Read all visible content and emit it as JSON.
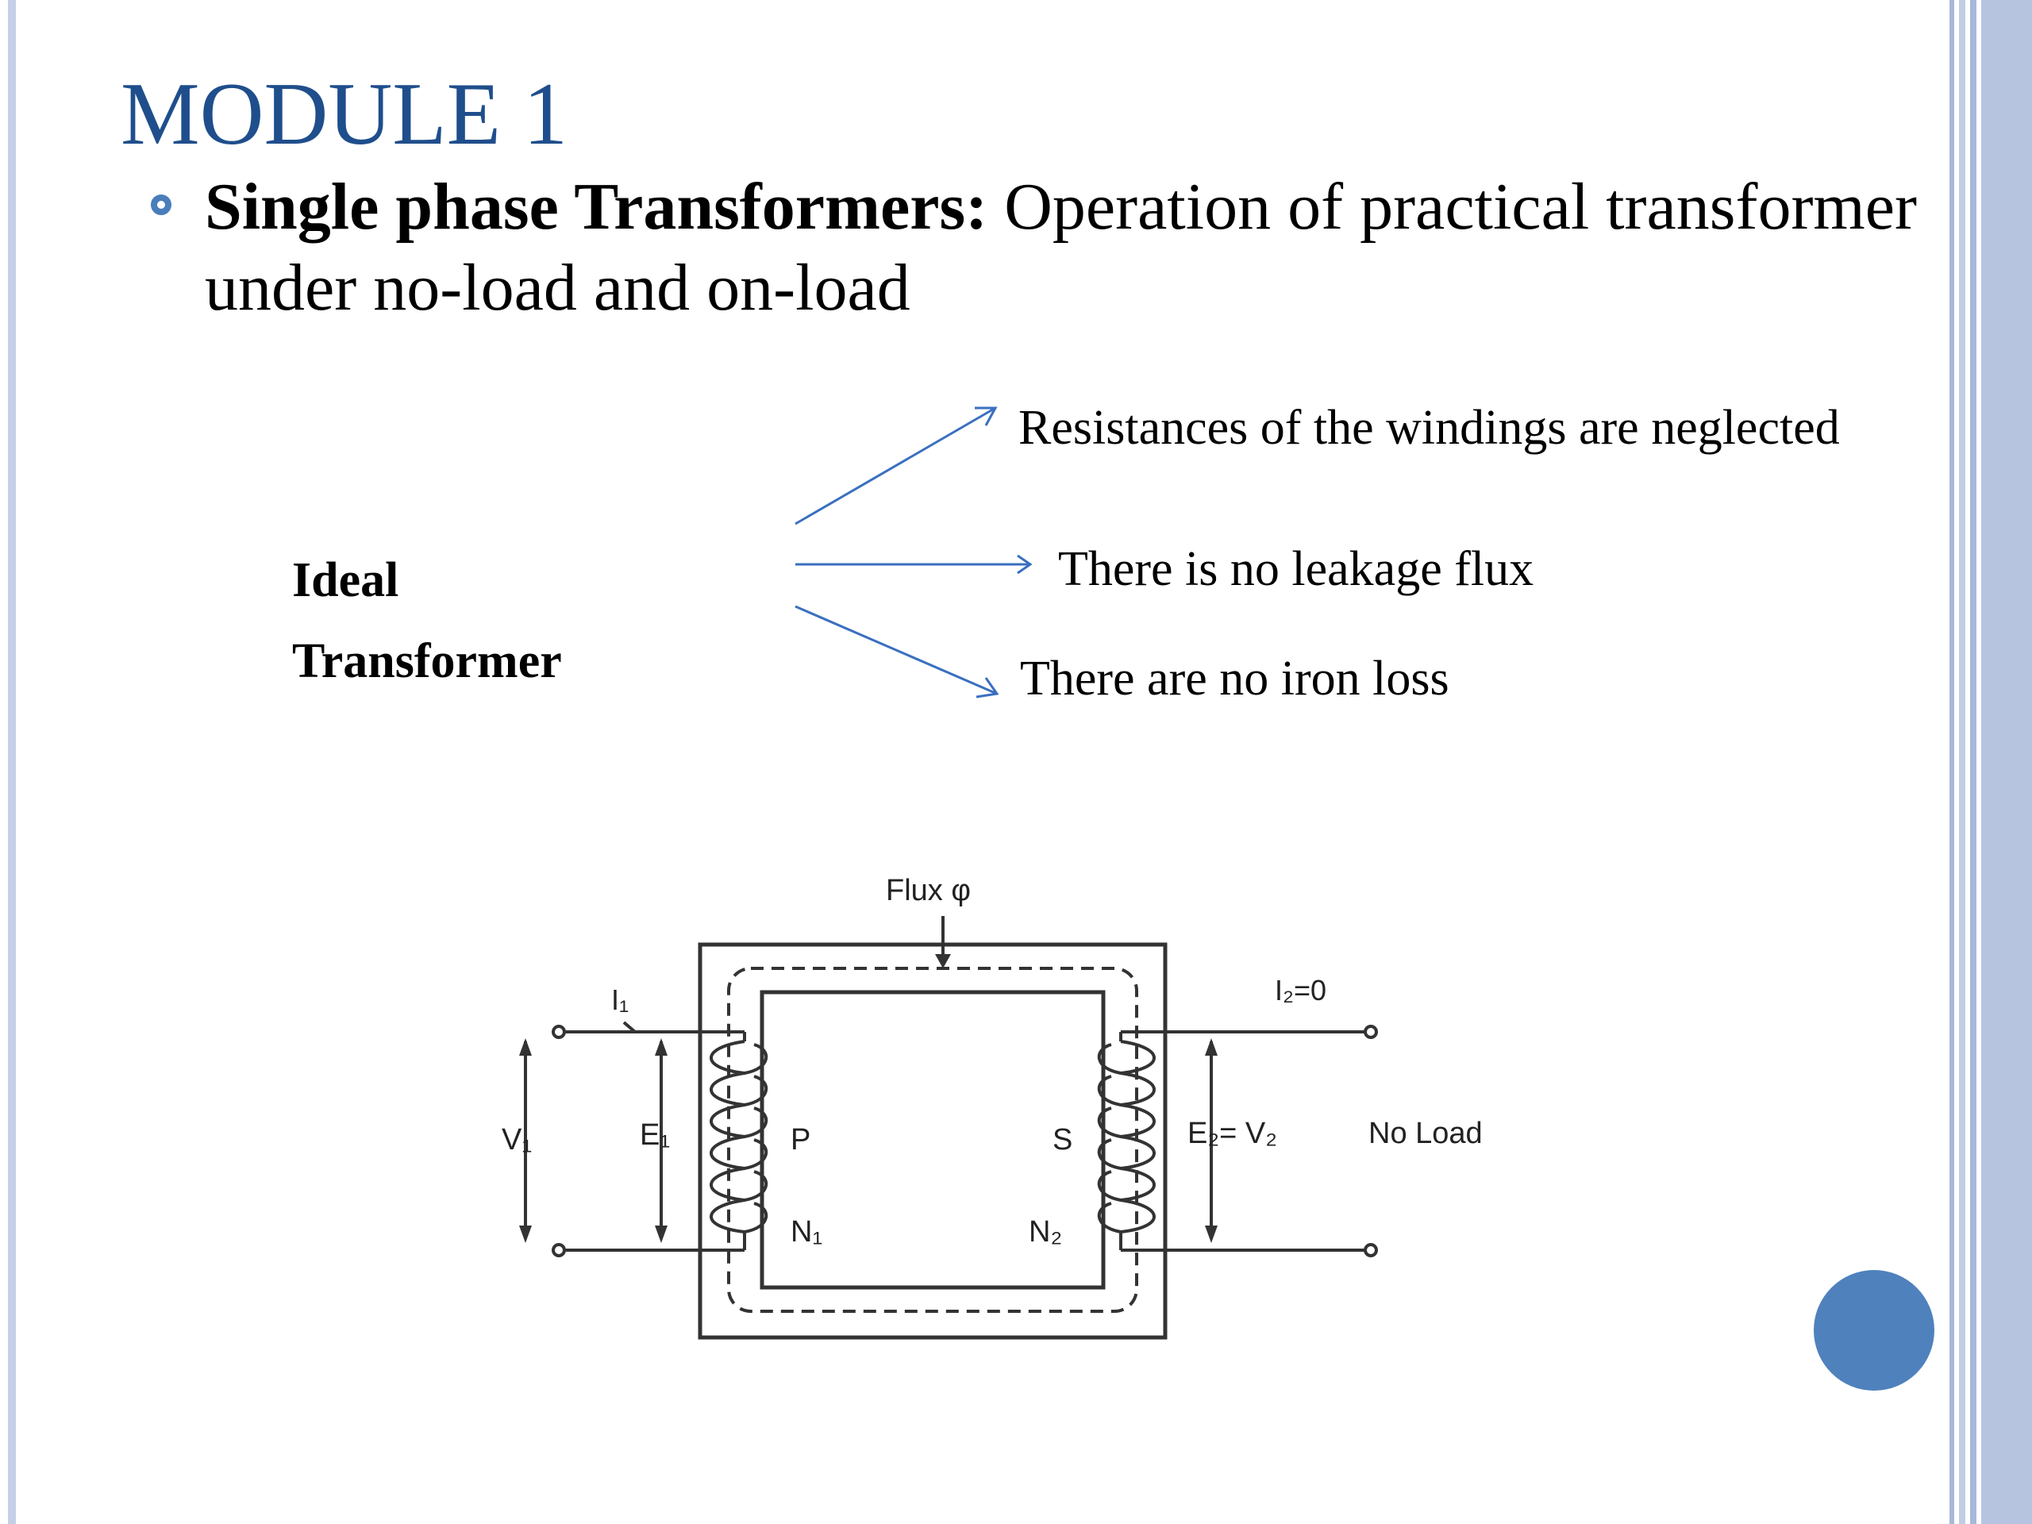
{
  "slide": {
    "title": "MODULE 1",
    "bullet": {
      "bold": "Single phase Transformers:",
      "text": " Operation of practical transformer under no-load and on-load"
    }
  },
  "ideal_transformer": {
    "label_line1": "Ideal",
    "label_line2": "Transformer",
    "assumptions": [
      "Resistances of the windings are neglected",
      "There is no leakage flux",
      "There are no iron loss"
    ]
  },
  "diagram": {
    "flux_label": "Flux φ",
    "i1_label": "I₁",
    "i2_label": "I₂=0",
    "v1_label": "V₁",
    "e1_label": "E₁",
    "p_label": "P",
    "s_label": "S",
    "n1_label": "N₁",
    "n2_label": "N₂",
    "e2v2_label": "E₂= V₂",
    "no_load_label": "No Load"
  },
  "colors": {
    "title": "#1f4e8c",
    "accent": "#4a7ebb",
    "arrow": "#3a6fc0",
    "nav_dot": "#4f81bd"
  }
}
